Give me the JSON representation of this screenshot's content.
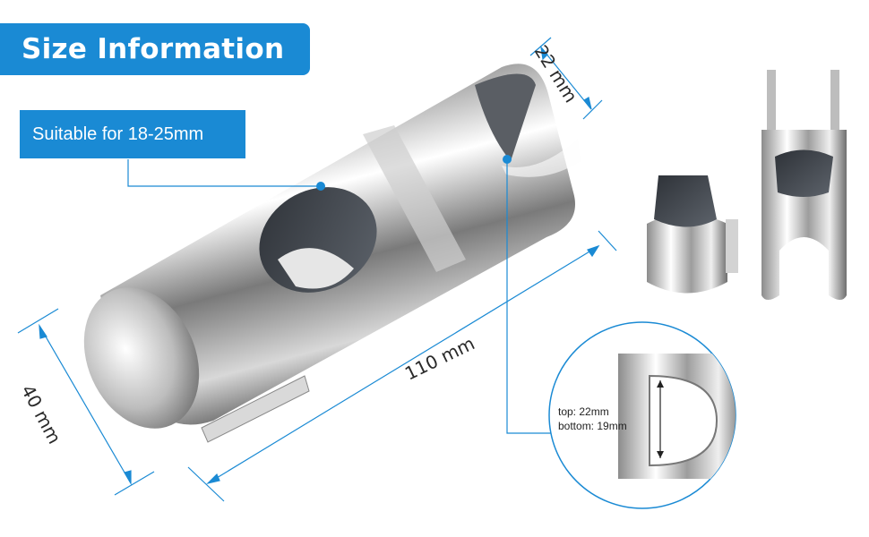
{
  "banner": {
    "title": "Size Information"
  },
  "fit": {
    "label": "Suitable for 18-25mm"
  },
  "dimensions": {
    "length": "110 mm",
    "diameter": "40 mm",
    "opening": "22 mm"
  },
  "detail": {
    "top": "top: 22mm",
    "bottom": "bottom: 19mm"
  },
  "colors": {
    "accent": "#1a8ad4"
  }
}
